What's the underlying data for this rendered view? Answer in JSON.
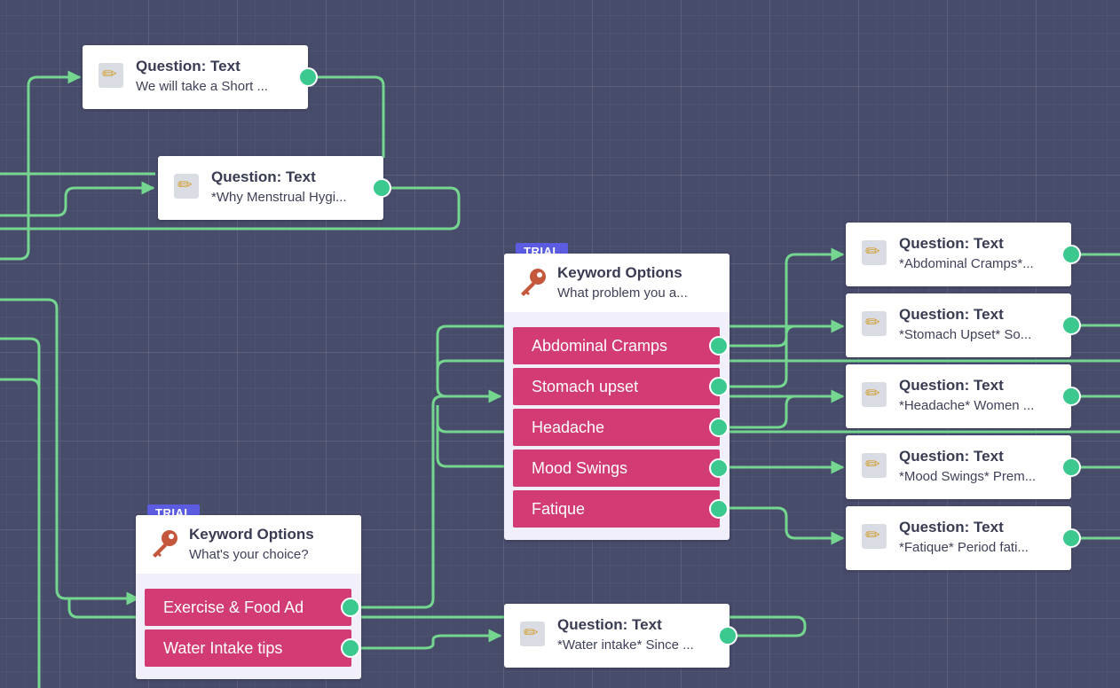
{
  "canvas": {
    "connector_color": "#74d68f",
    "port_color": "#3cc98f",
    "option_color": "#d23b74",
    "badge_color": "#5b5ce2"
  },
  "nodes": {
    "q_short": {
      "title": "Question: Text",
      "subtitle": "We will take a Short ...",
      "icon": "pencil-note-icon"
    },
    "q_why": {
      "title": "Question: Text",
      "subtitle": "*Why Menstrual Hygi...",
      "icon": "pencil-note-icon"
    },
    "kw_problem": {
      "badge": "TRIAL",
      "title": "Keyword Options",
      "subtitle": "What problem you a...",
      "icon": "key-icon",
      "options": [
        "Abdominal Cramps",
        "Stomach upset",
        "Headache",
        "Mood Swings",
        "Fatique"
      ]
    },
    "kw_choice": {
      "badge": "TRIAL",
      "title": "Keyword Options",
      "subtitle": "What's your choice?",
      "icon": "key-icon",
      "options": [
        "Exercise & Food Ad",
        "Water Intake tips"
      ]
    },
    "q_cramps": {
      "title": "Question: Text",
      "subtitle": "*Abdominal Cramps*...",
      "icon": "pencil-note-icon"
    },
    "q_stomach": {
      "title": "Question: Text",
      "subtitle": "*Stomach Upset* So...",
      "icon": "pencil-note-icon"
    },
    "q_headache": {
      "title": "Question: Text",
      "subtitle": "*Headache* Women ...",
      "icon": "pencil-note-icon"
    },
    "q_mood": {
      "title": "Question: Text",
      "subtitle": "*Mood Swings* Prem...",
      "icon": "pencil-note-icon"
    },
    "q_fatique": {
      "title": "Question: Text",
      "subtitle": "*Fatique* Period fati...",
      "icon": "pencil-note-icon"
    },
    "q_water": {
      "title": "Question: Text",
      "subtitle": "*Water intake* Since ...",
      "icon": "pencil-note-icon"
    }
  }
}
